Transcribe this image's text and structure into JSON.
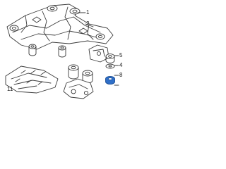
{
  "diagram": {
    "callouts": [
      "1",
      "2",
      "5",
      "4",
      "8",
      "11"
    ],
    "highlight_color": "#2f6fc8",
    "line_color": "#3a3a3a",
    "fill_color": "#ffffff"
  }
}
